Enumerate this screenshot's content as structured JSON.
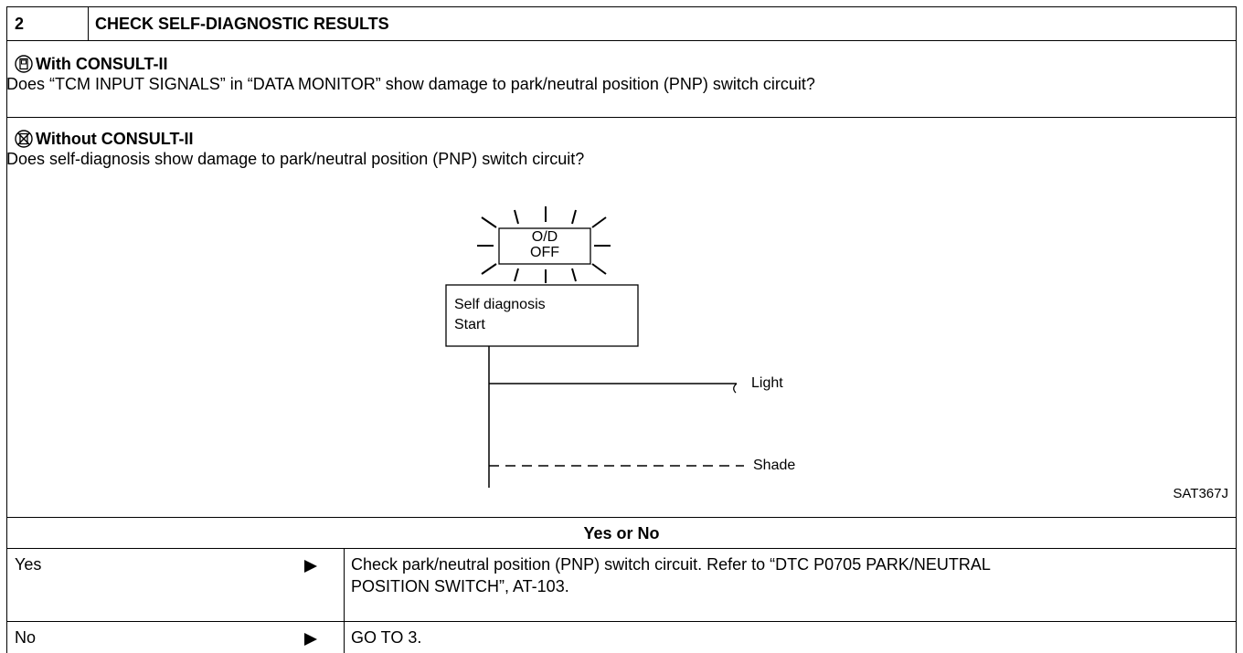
{
  "step": {
    "number": "2",
    "title": "CHECK SELF-DIAGNOSTIC RESULTS"
  },
  "with_consult": {
    "icon": "consult-tester-icon",
    "heading": "With CONSULT-II",
    "question": "Does “TCM INPUT SIGNALS” in “DATA MONITOR” show damage to park/neutral position (PNP) switch circuit?"
  },
  "without_consult": {
    "icon": "no-consult-icon",
    "heading": "Without CONSULT-II",
    "question": "Does self-diagnosis show damage to park/neutral position (PNP) switch circuit?"
  },
  "figure": {
    "lamp_line1": "O/D",
    "lamp_line2": "OFF",
    "box_line1": "Self diagnosis",
    "box_line2": "Start",
    "light_label": "Light",
    "shade_label": "Shade",
    "figure_id": "SAT367J"
  },
  "prompt": "Yes or No",
  "answers": [
    {
      "label": "Yes",
      "action_line1": "Check park/neutral position (PNP) switch circuit. Refer to “DTC P0705 PARK/NEUTRAL",
      "action_line2": "POSITION SWITCH”, AT-103."
    },
    {
      "label": "No",
      "action_line1": "GO TO 3."
    }
  ]
}
